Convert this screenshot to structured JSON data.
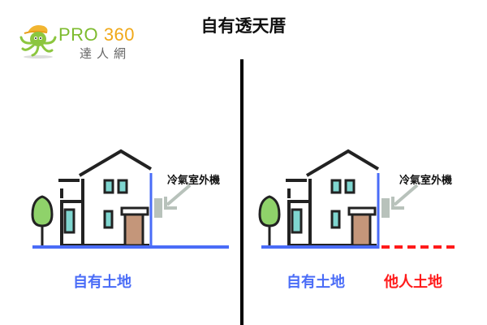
{
  "logo": {
    "brand_text": "PRO",
    "brand_number": "360",
    "subtitle": "達人網",
    "brand_color": "#7dbb2e",
    "number_color": "#f0a818"
  },
  "title": "自有透天厝",
  "panels": [
    {
      "side": "left",
      "ac_label": "冷氣室外機",
      "land_labels": [
        "自有土地"
      ]
    },
    {
      "side": "right",
      "ac_label": "冷氣室外機",
      "land_labels": [
        "自有土地",
        "他人土地"
      ]
    }
  ],
  "colors": {
    "own_land": "#4a6cf7",
    "other_land": "#ff1a1a",
    "ac_unit": "#b8c2bb",
    "window": "#7fd6d0",
    "door": "#c4967a",
    "tree": "#8fd26a",
    "outline": "#222222"
  }
}
